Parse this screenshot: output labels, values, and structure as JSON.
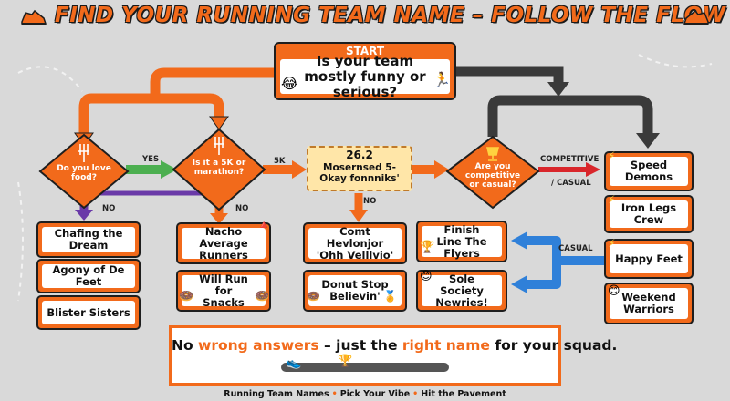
{
  "title": "FIND YOUR RUNNING TEAM NAME – FOLLOW THE FLOW",
  "start": {
    "label": "START",
    "question": "Is your team mostly funny or serious?"
  },
  "decisions": {
    "food": "Do you love food?",
    "distance": "Is it a 5K or marathon?",
    "competitive": "Are you competitive or casual?"
  },
  "edge_labels": {
    "yes": "YES",
    "no_food": "NO",
    "no_distance": "NO",
    "five_k": "5K",
    "no_mid": "NO",
    "competitive": "COMPETITIVE",
    "slash_casual": "/ CASUAL",
    "casual": "CASUAL"
  },
  "middle_box": {
    "badge": "26.2",
    "text": "Mosernsed 5-Okay fonnniks'"
  },
  "names": {
    "chafing": "Chafing the Dream",
    "agony": "Agony of De Feet",
    "blister": "Blister Sisters",
    "nacho": "Nacho Average Runners",
    "will_run": "Will Run for Snacks",
    "cont": "Comt Hevlonjor 'Ohh Velllvio'",
    "donut": "Donut Stop Believin'",
    "finish": "Finish Line The Flyers",
    "sole": "Sole Society Newries!",
    "speed": "Speed Demons",
    "iron": "Iron Legs Crew",
    "happy": "Happy Feet",
    "weekend": "Weekend Warriors"
  },
  "tagline": {
    "p1": "No ",
    "p2": "wrong answers",
    "p3": " – just the ",
    "p4": "right name",
    "p5": " for your squad."
  },
  "footer": {
    "a": "Running Team Names",
    "b": "Pick Your Vibe",
    "c": "Hit the Pavement",
    "sep": "•"
  },
  "colors": {
    "orange": "#f26a1b",
    "green": "#4caf50",
    "purple": "#6a3aa8",
    "blue": "#2f80d9",
    "dark": "#3a3a3a",
    "red": "#d9262b"
  }
}
